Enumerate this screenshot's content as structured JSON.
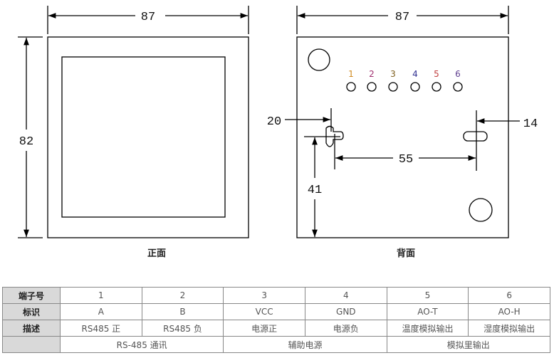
{
  "front": {
    "width_label": "87",
    "height_label": "82",
    "caption": "正面"
  },
  "back": {
    "width_label": "87",
    "caption": "背面",
    "dim_left": "20",
    "dim_right": "14",
    "dim_slots": "55",
    "dim_height": "41",
    "pins": [
      "1",
      "2",
      "3",
      "4",
      "5",
      "6"
    ],
    "pin_colors": [
      "#d08a20",
      "#a03070",
      "#806020",
      "#303090",
      "#c04040",
      "#604090"
    ]
  },
  "table": {
    "headers": [
      "端子号",
      "标识",
      "描述",
      ""
    ],
    "numbers": [
      "1",
      "2",
      "3",
      "4",
      "5",
      "6"
    ],
    "ids": [
      "A",
      "B",
      "VCC",
      "GND",
      "AO-T",
      "AO-H"
    ],
    "descriptions": [
      "RS485 正",
      "RS485 负",
      "电源正",
      "电源负",
      "温度模拟输出",
      "湿度模拟输出"
    ],
    "groups": [
      "RS-485 通讯",
      "辅助电源",
      "模拟里输出"
    ]
  }
}
